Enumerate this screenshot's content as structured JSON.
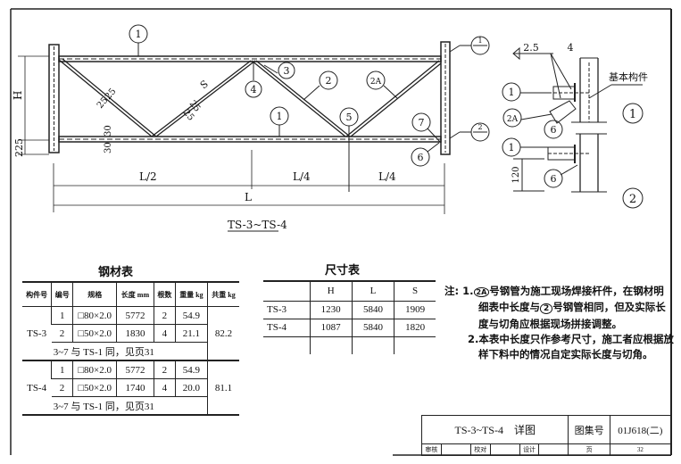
{
  "drawing": {
    "title": "TS-3~TS-4",
    "dims": {
      "H": "H",
      "base": "225",
      "half": "L/2",
      "quarter_a": "L/4",
      "quarter_b": "L/4",
      "total": "L",
      "s": "S",
      "w25a": "25",
      "w25b": "25",
      "w25c": "25",
      "w25d": "25",
      "w30a": "30",
      "w30b": "30"
    },
    "markers": {
      "m1_top": "1",
      "m3": "3",
      "m4": "4",
      "m2": "2",
      "m2a": "2A",
      "m1_bot": "1",
      "m5": "5",
      "m7": "7",
      "m6": "6",
      "sec1": "1",
      "sec2": "2"
    }
  },
  "detail": {
    "weld_a": "2.5",
    "weld_b": "4",
    "base_member": "基本构件",
    "m1a": "1",
    "m2a": "2A",
    "m6a": "6",
    "m1b": "1",
    "m6b": "6",
    "dim120": "120",
    "section1": "1",
    "section2": "2"
  },
  "steel_table": {
    "title": "钢材表",
    "headers": [
      "构件号",
      "编号",
      "规格",
      "长度 mm",
      "根数",
      "重量 kg",
      "共重 kg"
    ],
    "groups": [
      {
        "member": "TS-3",
        "total": "82.2",
        "rows": [
          {
            "no": "1",
            "spec": "□80×2.0",
            "length": "5772",
            "count": "2",
            "weight": "54.9"
          },
          {
            "no": "2",
            "spec": "□50×2.0",
            "length": "1830",
            "count": "4",
            "weight": "21.1"
          }
        ],
        "note": "3~7 与 TS-1 同，见页31"
      },
      {
        "member": "TS-4",
        "total": "81.1",
        "rows": [
          {
            "no": "1",
            "spec": "□80×2.0",
            "length": "5772",
            "count": "2",
            "weight": "54.9"
          },
          {
            "no": "2",
            "spec": "□50×2.0",
            "length": "1740",
            "count": "4",
            "weight": "20.0"
          }
        ],
        "note": "3~7 与 TS-1 同，见页31"
      }
    ]
  },
  "dim_table": {
    "title": "尺寸表",
    "headers": [
      "",
      "H",
      "L",
      "S"
    ],
    "rows": [
      [
        "TS-3",
        "1230",
        "5840",
        "1909"
      ],
      [
        "TS-4",
        "1087",
        "5840",
        "1820"
      ]
    ]
  },
  "notes": {
    "label": "注:",
    "n1_num": "1.",
    "n1_marker": "2A",
    "n1_a": "号钢管为施工现场焊接杆件，在钢材明",
    "n1_b1": "细表中长度与",
    "n1_marker2": "2",
    "n1_b2": "号钢管相同，但及实际长",
    "n1_c": "度与切角应根据现场拼接调整。",
    "n2_a": "2.本表中长度只作参考尺寸，施工者应根据放",
    "n2_b": "样下料中的情况自定实际长度与切角。"
  },
  "title_block": {
    "title": "TS-3~TS-4　详图",
    "atlas_label": "图集号",
    "atlas_no": "01J618(二)",
    "review": "审核",
    "check": "校对",
    "design": "设计",
    "page_label": "页",
    "page_no": "32"
  }
}
